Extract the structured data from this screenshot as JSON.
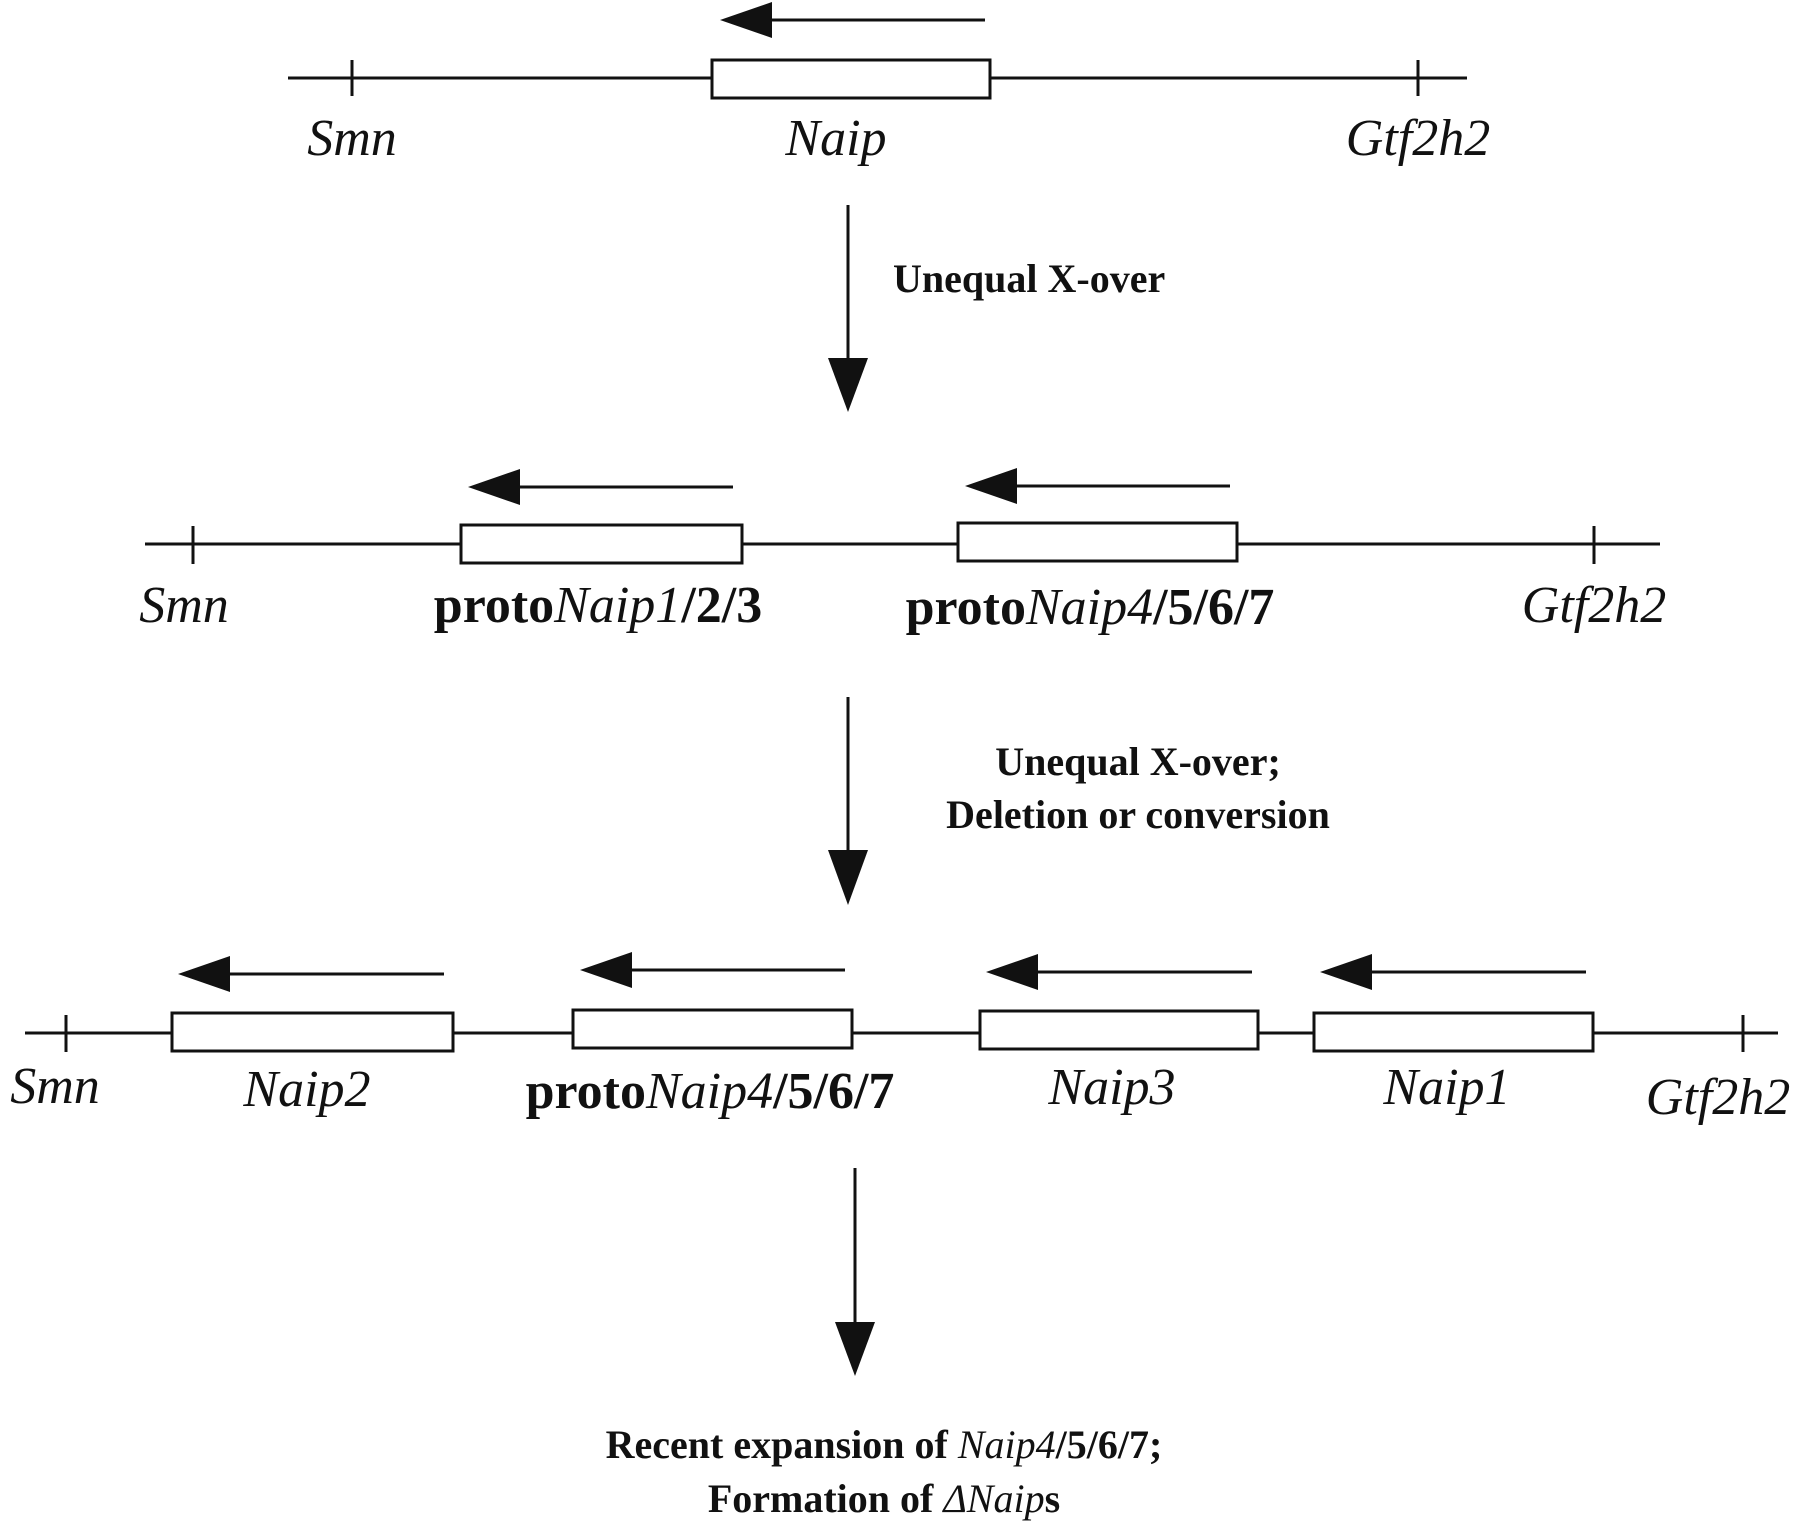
{
  "stage1": {
    "left_label": "Smn",
    "gene_label": "Naip",
    "right_label": "Gtf2h2"
  },
  "transition1": {
    "text": "Unequal X-over"
  },
  "stage2": {
    "left_label": "Smn",
    "gene1_prefix": "proto",
    "gene1_italic": "Naip1",
    "gene1_suffix": "/2/3",
    "gene2_prefix": "proto",
    "gene2_italic": "Naip4",
    "gene2_suffix": "/5/6/7",
    "right_label": "Gtf2h2"
  },
  "transition2": {
    "line1": "Unequal X-over;",
    "line2": "Deletion or conversion"
  },
  "stage3": {
    "left_label": "Smn",
    "gene1_label": "Naip2",
    "gene2_prefix": "proto",
    "gene2_italic": "Naip4",
    "gene2_suffix": "/5/6/7",
    "gene3_label": "Naip3",
    "gene4_label": "Naip1",
    "right_label": "Gtf2h2"
  },
  "final": {
    "line1_prefix": "Recent expansion of ",
    "line1_italic": "Naip4",
    "line1_suffix": "/5/6/7;",
    "line2_prefix": "Formation of ",
    "line2_italic": "ΔNaip",
    "line2_suffix": "s"
  }
}
